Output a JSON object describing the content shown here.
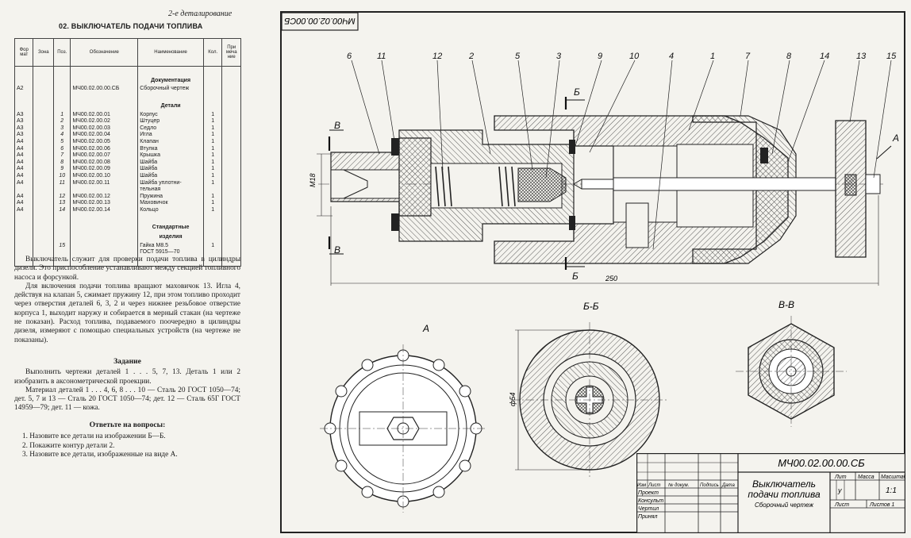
{
  "header": {
    "running_title": "2-е деталирование",
    "section_title": "02. ВЫКЛЮЧАТЕЛЬ ПОДАЧИ ТОПЛИВА"
  },
  "spec_table": {
    "columns": [
      "Фор мат",
      "Зона",
      "Поз.",
      "Обозначение",
      "Наименование",
      "Кол.",
      "При меча ние"
    ],
    "rows": [
      {
        "type": "header",
        "name": ""
      },
      {
        "type": "header",
        "name": "Документация"
      },
      {
        "type": "row",
        "format": "А2",
        "pos": "",
        "designation": "МЧ00.02.00.00.СБ",
        "name": "Сборочный чертеж",
        "qty": ""
      },
      {
        "type": "header",
        "name": ""
      },
      {
        "type": "header",
        "name": "Детали"
      },
      {
        "type": "row",
        "format": "А3",
        "pos": "1",
        "designation": "МЧ00.02.00.01",
        "name": "Корпус",
        "qty": "1"
      },
      {
        "type": "row",
        "format": "А3",
        "pos": "2",
        "designation": "МЧ00.02.00.02",
        "name": "Штуцер",
        "qty": "1"
      },
      {
        "type": "row",
        "format": "А3",
        "pos": "3",
        "designation": "МЧ00.02.00.03",
        "name": "Седло",
        "qty": "1"
      },
      {
        "type": "row",
        "format": "А3",
        "pos": "4",
        "designation": "МЧ00.02.00.04",
        "name": "Игла",
        "qty": "1"
      },
      {
        "type": "row",
        "format": "А4",
        "pos": "5",
        "designation": "МЧ00.02.00.05",
        "name": "Клапан",
        "qty": "1"
      },
      {
        "type": "row",
        "format": "А4",
        "pos": "6",
        "designation": "МЧ00.02.00.06",
        "name": "Втулка",
        "qty": "1"
      },
      {
        "type": "row",
        "format": "А4",
        "pos": "7",
        "designation": "МЧ00.02.00.07",
        "name": "Крышка",
        "qty": "1"
      },
      {
        "type": "row",
        "format": "А4",
        "pos": "8",
        "designation": "МЧ00.02.00.08",
        "name": "Шайба",
        "qty": "1"
      },
      {
        "type": "row",
        "format": "А4",
        "pos": "9",
        "designation": "МЧ00.02.00.09",
        "name": "Шайба",
        "qty": "1"
      },
      {
        "type": "row",
        "format": "А4",
        "pos": "10",
        "designation": "МЧ00.02.00.10",
        "name": "Шайба",
        "qty": "1"
      },
      {
        "type": "row",
        "format": "А4",
        "pos": "11",
        "designation": "МЧ00.02.00.11",
        "name": "Шайба уплотни-",
        "qty": "1"
      },
      {
        "type": "row",
        "format": "",
        "pos": "",
        "designation": "",
        "name": "тельная",
        "qty": ""
      },
      {
        "type": "row",
        "format": "А4",
        "pos": "12",
        "designation": "МЧ00.02.00.12",
        "name": "Пружина",
        "qty": "1"
      },
      {
        "type": "row",
        "format": "А4",
        "pos": "13",
        "designation": "МЧ00.02.00.13",
        "name": "Маховичок",
        "qty": "1"
      },
      {
        "type": "row",
        "format": "А4",
        "pos": "14",
        "designation": "МЧ00.02.00.14",
        "name": "Кольцо",
        "qty": "1"
      },
      {
        "type": "header",
        "name": ""
      },
      {
        "type": "header",
        "name": "Стандартные"
      },
      {
        "type": "header",
        "name": "изделия"
      },
      {
        "type": "row",
        "format": "",
        "pos": "15",
        "designation": "",
        "name": "Гайка М8.5",
        "qty": "1"
      },
      {
        "type": "row",
        "format": "",
        "pos": "",
        "designation": "",
        "name": "ГОСТ 5915—70",
        "qty": ""
      },
      {
        "type": "header",
        "name": ""
      }
    ]
  },
  "description": {
    "p1": "Выключатель служит для проверки подачи топлива в цилиндры дизеля. Это приспособление устанавливают между секцией топливного насоса и форсункой.",
    "p2": "Для включения подачи топлива вращают маховичок 13. Игла 4, действуя на клапан 5, сжимает пружину 12, при этом топливо проходит через отверстия деталей 6, 3, 2 и через нижнее резьбовое отверстие корпуса 1, выходит наружу и собирается в мерный стакан (на чертеже не показан). Расход топлива, подаваемого поочередно в цилиндры дизеля, измеряют с помощью специальных устройств (на чертеже не показаны)."
  },
  "task": {
    "heading": "Задание",
    "p1": "Выполнить чертежи деталей 1 . . . 5, 7, 13. Деталь 1 или 2 изобразить в аксонометрической проекции.",
    "p2": "Материал деталей 1 . . . 4, 6, 8 . . . 10 — Сталь 20 ГОСТ 1050—74; дет. 5, 7 и 13 — Сталь 20 ГОСТ 1050—74; дет. 12 — Сталь 65Г ГОСТ 14959—79; дет. 11 — кожа."
  },
  "questions": {
    "heading": "Ответьте на вопросы:",
    "items": [
      "1. Назовите все детали на изображении Б—Б.",
      "2. Покажите контур детали 2.",
      "3. Назовите все детали, изображенные на виде А."
    ]
  },
  "drawing": {
    "stamp_code": "МЧ00.02.00.00СБ",
    "callouts": [
      "6",
      "11",
      "12",
      "2",
      "5",
      "3",
      "9",
      "10",
      "4",
      "1",
      "7",
      "8",
      "14",
      "13",
      "15"
    ],
    "section_marks": {
      "b_top": "Б",
      "b_bottom": "Б",
      "v_top": "В",
      "v_bottom": "В",
      "a_arrow": "А"
    },
    "dims": {
      "thread": "М18",
      "length": "250",
      "diameter": "ф54"
    },
    "view_labels": {
      "view_a": "А",
      "section_bb": "Б-Б",
      "section_vv": "В-В"
    }
  },
  "title_block": {
    "designation": "МЧ00.02.00.00.СБ",
    "name_line1": "Выключатель",
    "name_line2": "подачи топлива",
    "doc_type": "Сборочный чертеж",
    "col_headers": [
      "Изм",
      "Лист",
      "№ докум.",
      "Подпись",
      "Дата"
    ],
    "roles": [
      "Проект",
      "Консульт",
      "Чертил",
      "Принял"
    ],
    "lit_label": "Лит",
    "lit_value": "у",
    "mass_label": "Масса",
    "scale_label": "Масштаб",
    "scale_value": "1:1",
    "sheet_label": "Лист",
    "sheets_label": "Листов 1"
  }
}
